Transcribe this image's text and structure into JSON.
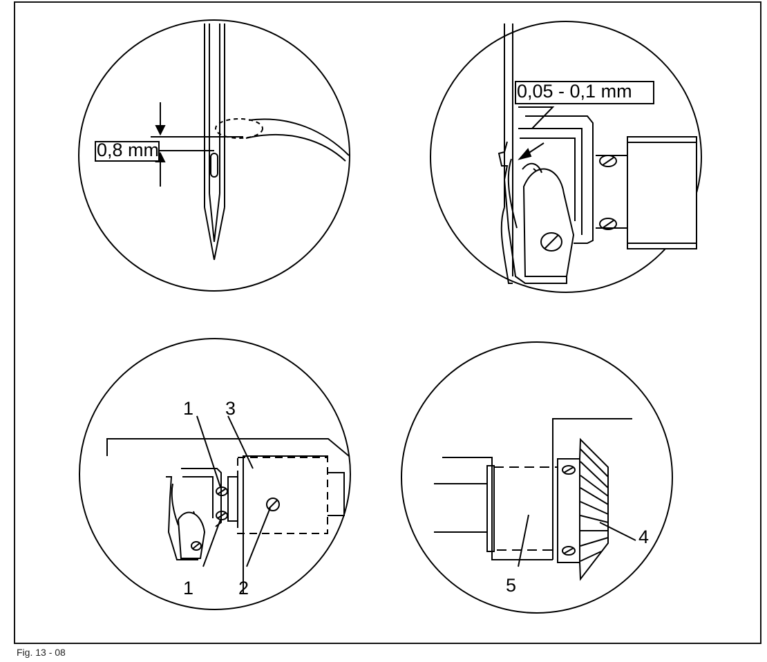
{
  "figure": {
    "caption": "Fig. 13 - 08",
    "panels": [
      {
        "id": "needle-eye",
        "label": "0,8 mm"
      },
      {
        "id": "hook-clearance",
        "label": "0,05 - 0,1 mm"
      },
      {
        "id": "hook-screws",
        "callouts": [
          "1",
          "3",
          "1",
          "2"
        ]
      },
      {
        "id": "bevel-gear",
        "callouts": [
          "4",
          "5"
        ]
      }
    ]
  }
}
